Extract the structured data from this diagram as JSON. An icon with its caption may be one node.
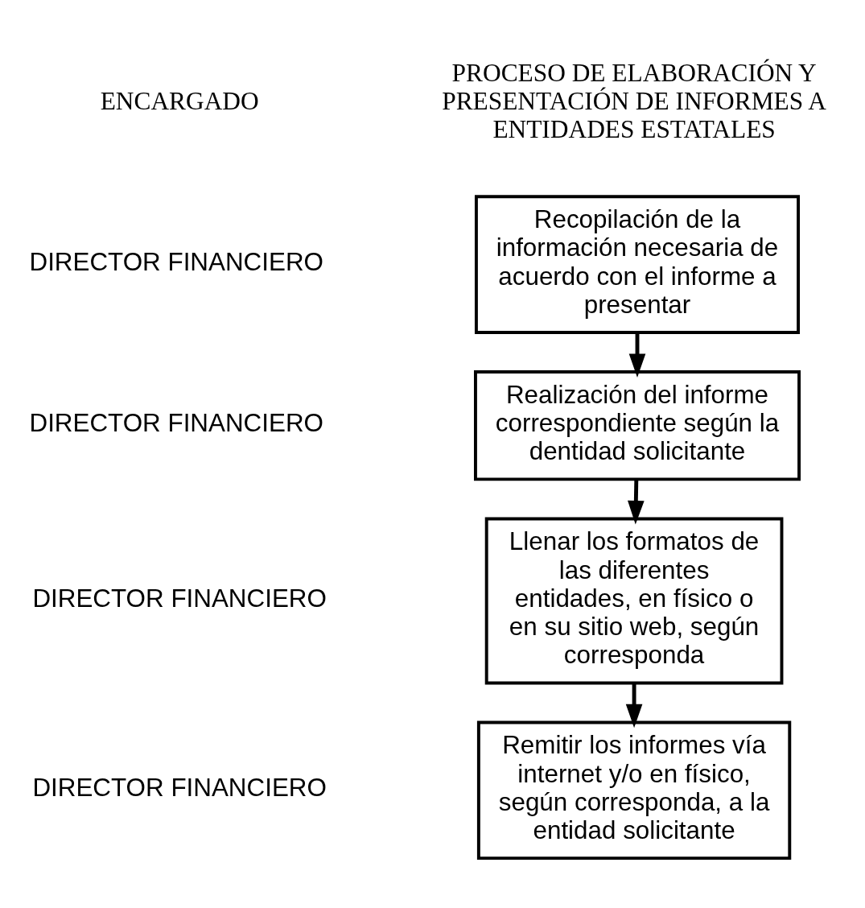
{
  "diagram": {
    "nodes": [
      {
        "text": [
          "Recopilación de la información necesaria de acuerdo con el informe a presentar"
        ]
      },
      {
        "text": [
          "Realización del informe correspondiente según la dentidad solicitante"
        ]
      },
      {
        "text": [
          "Llenar los formatos de las diferentes entidades, en físico o en su sitio web, según corresponda"
        ]
      },
      {
        "text": [
          "Remitir los informes vía internet y/o en físico, según corresponda, a la entidad solicitante"
        ]
      }
    ],
    "edges": [
      {
        "from": 0,
        "to": 1,
        "arrow": "to"
      },
      {
        "from": 1,
        "to": 2,
        "arrow": "to"
      },
      {
        "from": 2,
        "to": 3,
        "arrow": "to"
      }
    ],
    "labels": [
      "ENCARGADO",
      "PROCESO DE ELABORACIÓN Y PRESENTACIÓN DE INFORMES A ENTIDADES ESTATALES",
      "DIRECTOR FINANCIERO",
      "DIRECTOR FINANCIERO",
      "DIRECTOR FINANCIERO",
      "DIRECTOR FINANCIERO"
    ]
  }
}
